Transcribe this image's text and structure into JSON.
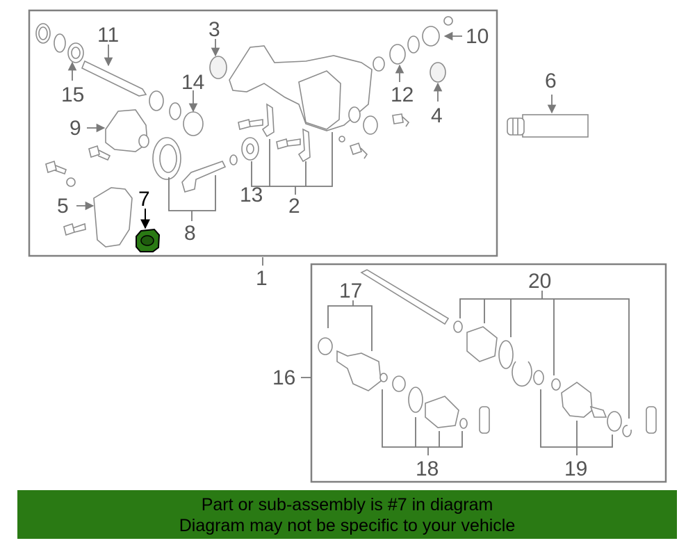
{
  "callouts": {
    "c1": "1",
    "c2": "2",
    "c3": "3",
    "c4": "4",
    "c5": "5",
    "c6": "6",
    "c7": "7",
    "c8": "8",
    "c9": "9",
    "c10": "10",
    "c11": "11",
    "c12": "12",
    "c13": "13",
    "c14": "14",
    "c15": "15",
    "c16": "16",
    "c17": "17",
    "c18": "18",
    "c19": "19",
    "c20": "20"
  },
  "highlight": {
    "part": "7",
    "color": "#2a7a14"
  },
  "banner": {
    "line1": "Part or sub-assembly is #7 in diagram",
    "line2": "Diagram may not be specific to your vehicle",
    "background": "#2a7a14"
  },
  "colors": {
    "line": "#808080",
    "label": "#555555"
  }
}
